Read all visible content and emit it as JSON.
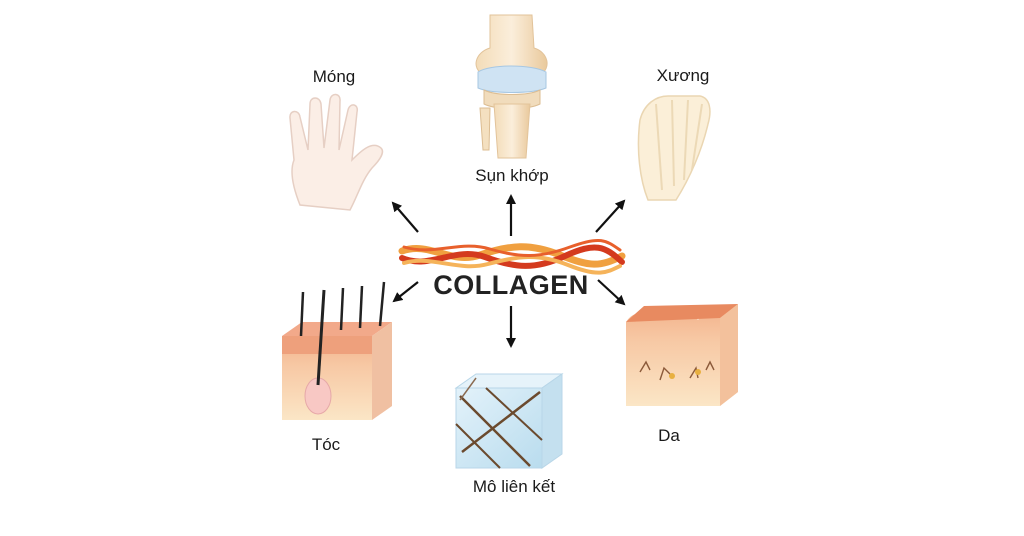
{
  "center": {
    "label": "COLLAGEN"
  },
  "nodes": [
    {
      "id": "nails",
      "label": "Móng",
      "icon": "hand-icon"
    },
    {
      "id": "cartilage",
      "label": "Sụn khớp",
      "icon": "knee-joint-icon"
    },
    {
      "id": "bone",
      "label": "Xương",
      "icon": "foot-bone-icon"
    },
    {
      "id": "hair",
      "label": "Tóc",
      "icon": "hair-follicle-icon"
    },
    {
      "id": "connective",
      "label": "Mô liên kết",
      "icon": "connective-tissue-cube-icon"
    },
    {
      "id": "skin",
      "label": "Da",
      "icon": "skin-layer-icon"
    }
  ],
  "colors": {
    "arrow": "#111111",
    "fiber_orange": "#f0a040",
    "fiber_red": "#d43a1e",
    "skin_top": "#e8926a",
    "skin_mid": "#f6c9a6",
    "cube_face": "#cfe6f2"
  }
}
